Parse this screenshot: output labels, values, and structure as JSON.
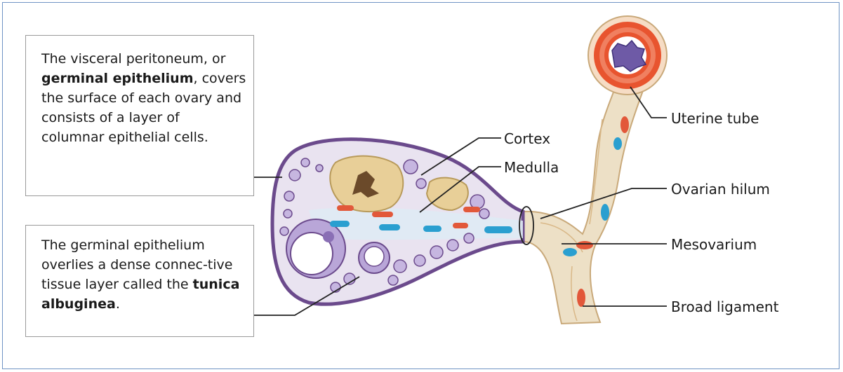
{
  "callouts": {
    "germinal": {
      "text_before": "The visceral peritoneum, or ",
      "bold": "germinal epithelium",
      "text_after": ", covers the surface of each ovary and consists of a layer of columnar epithelial cells."
    },
    "tunica": {
      "text_before": "The germinal epithelium overlies a dense connec-tive tissue layer called the ",
      "bold": "tunica albuginea",
      "text_after": "."
    }
  },
  "labels": {
    "cortex": "Cortex",
    "medulla": "Medulla",
    "ovarian_hilum": "Ovarian hilum",
    "uterine_tube": "Uterine tube",
    "mesovarium": "Mesovarium",
    "broad_ligament": "Broad ligament"
  },
  "colors": {
    "frame_border": "#6f93c4",
    "ovary_outline": "#6b4a8c",
    "follicle_purple": "#8a6fb5",
    "vessel_red": "#e2583a",
    "vessel_blue": "#2a9fd0",
    "corpus_tan": "#e8cf98",
    "ligament_tan": "#ede0c6"
  }
}
